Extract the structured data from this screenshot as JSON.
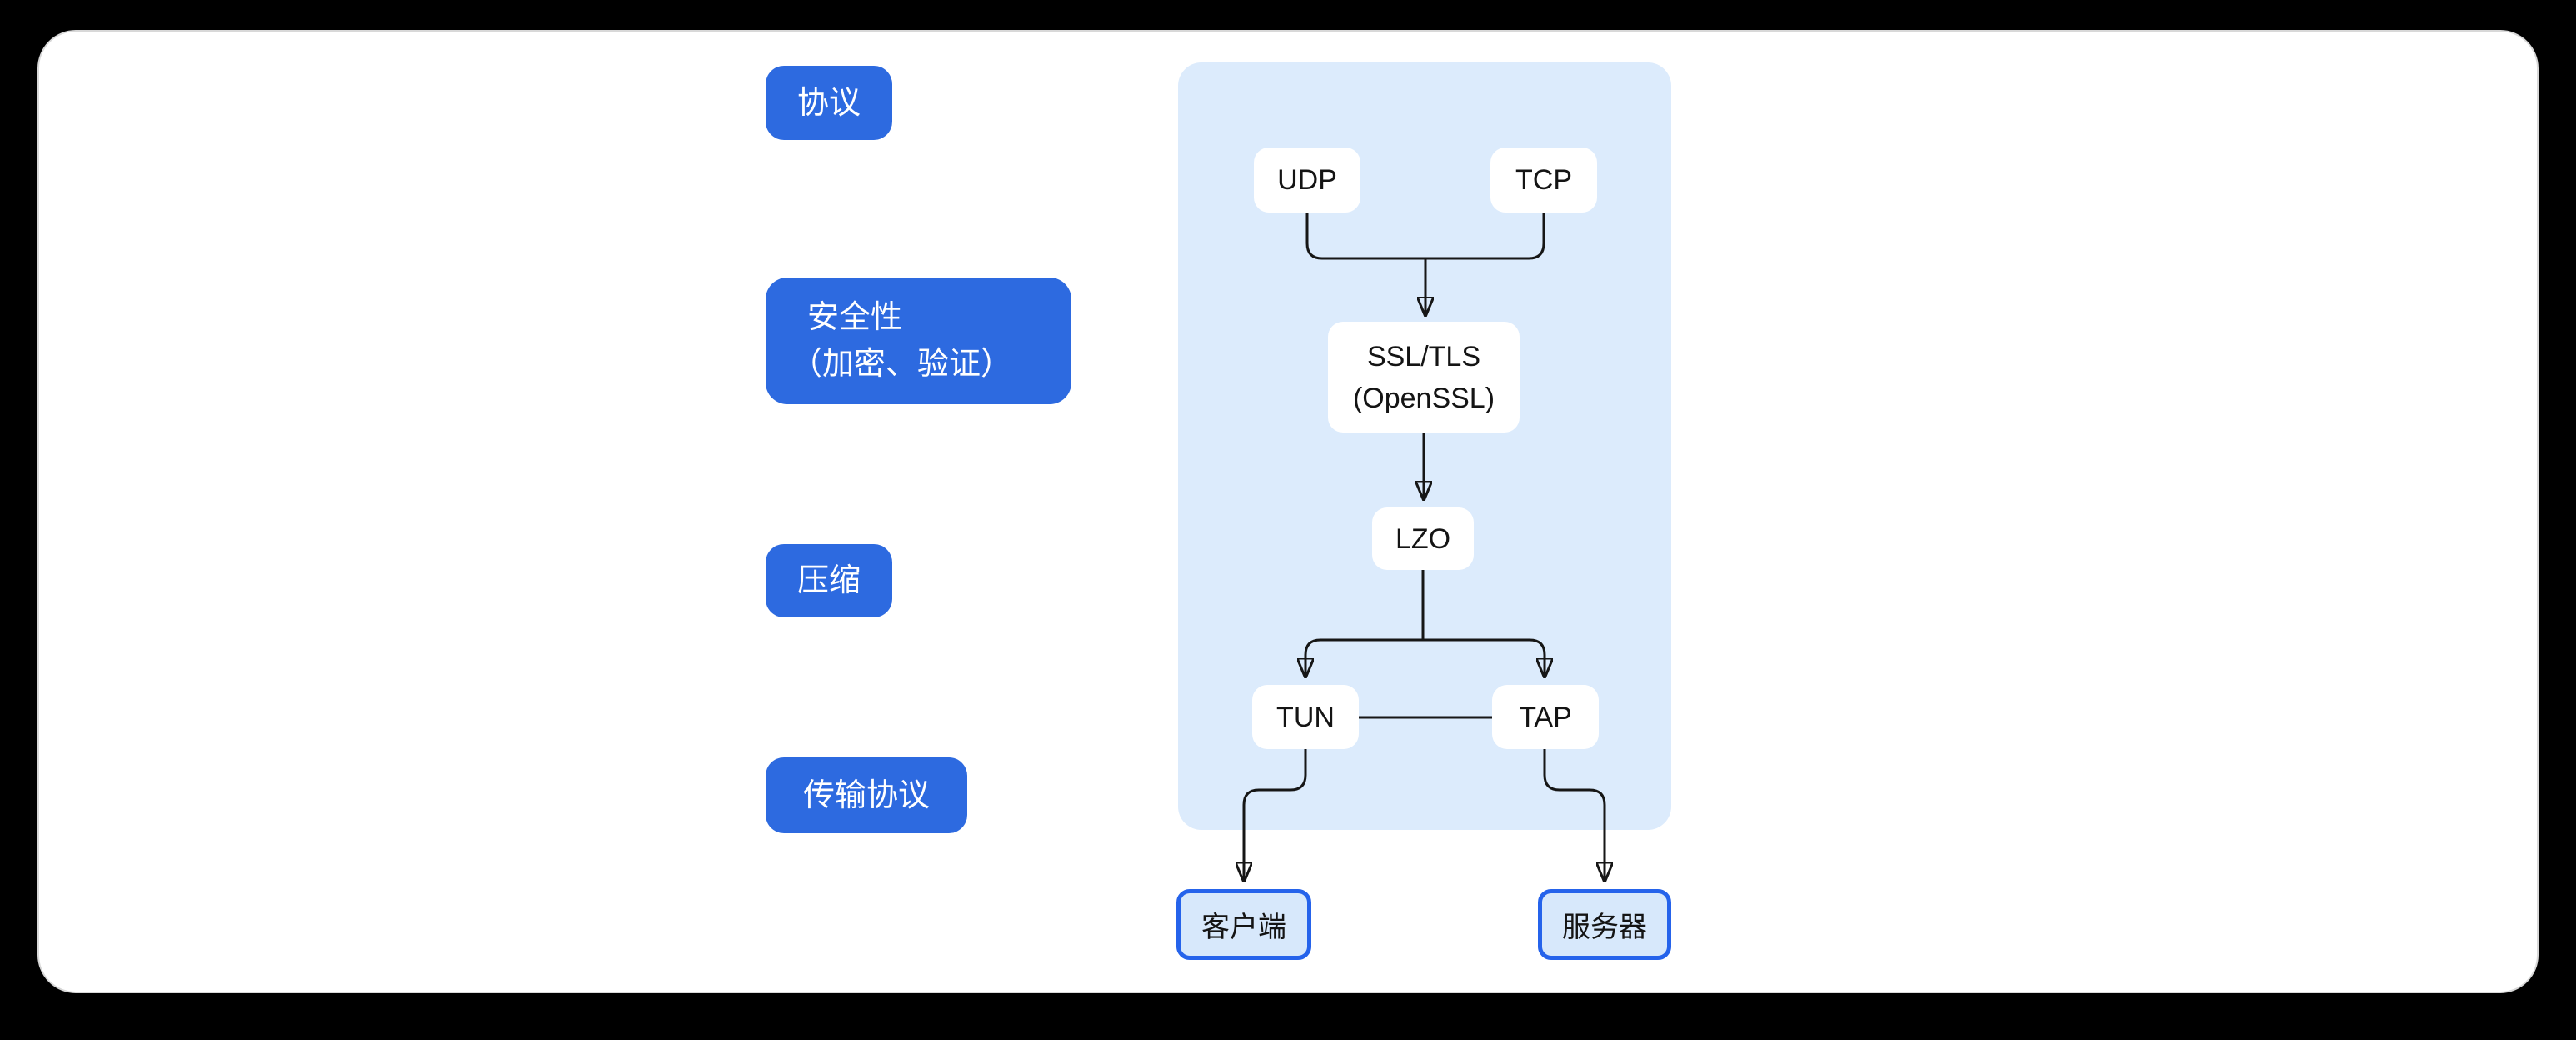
{
  "colors": {
    "background": "#000000",
    "card": "#ffffff",
    "accent_blue": "#2d6ae0",
    "panel_blue": "#dcebfc",
    "node_fill": "#ffffff",
    "node_text": "#141414",
    "line": "#161616",
    "endpoint_fill": "#d7e8fb",
    "endpoint_border": "#2563eb",
    "label_text": "#ffffff"
  },
  "category_labels": {
    "protocol": "协议",
    "security_line1": "安全性",
    "security_line2": "（加密、验证）",
    "compression": "压缩",
    "transport": "传输协议"
  },
  "flow_nodes": {
    "udp": "UDP",
    "tcp": "TCP",
    "ssl_line1": "SSL/TLS",
    "ssl_line2": "(OpenSSL)",
    "lzo": "LZO",
    "tun": "TUN",
    "tap": "TAP",
    "client": "客户端",
    "server": "服务器"
  },
  "edges": [
    "UDP->SSL/TLS(OpenSSL)",
    "TCP->SSL/TLS(OpenSSL)",
    "SSL/TLS(OpenSSL)->LZO",
    "LZO->TUN",
    "LZO->TAP",
    "TUN--TAP",
    "TUN->客户端",
    "TAP->服务器"
  ]
}
